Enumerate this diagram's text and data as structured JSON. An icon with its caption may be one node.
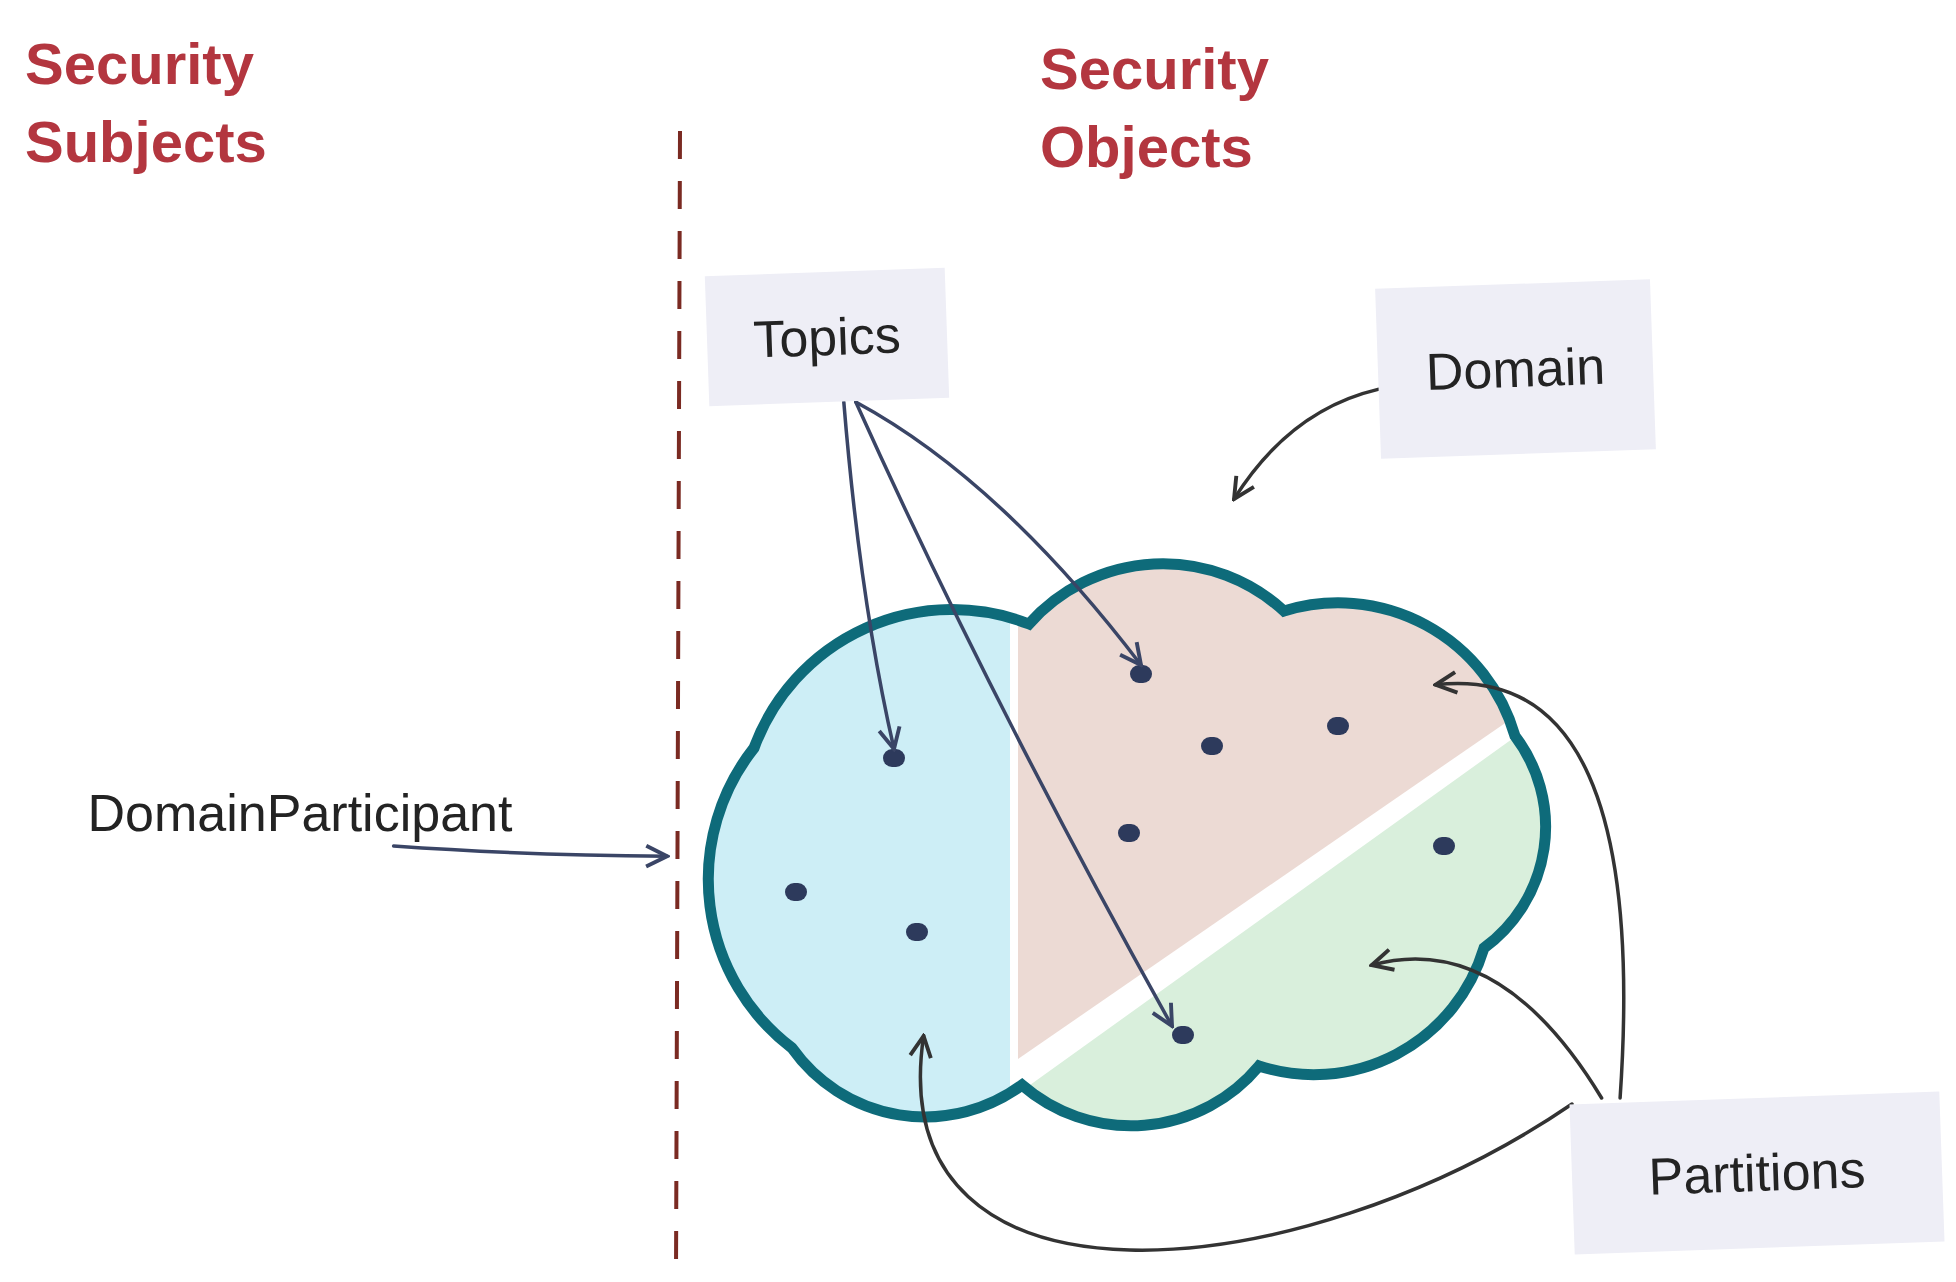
{
  "diagram": {
    "nodes": [
      {
        "text": [
          "Topics"
        ]
      },
      {
        "text": [
          "Domain"
        ]
      },
      {
        "text": [
          "DomainParticipant"
        ]
      },
      {
        "text": [
          "Partitions"
        ]
      },
      {
        "text": [],
        "shape": "cloud"
      },
      {
        "text": [],
        "shape": "area",
        "in": 4
      },
      {
        "text": [],
        "shape": "area",
        "in": 4
      },
      {
        "text": [],
        "shape": "area",
        "in": 4
      },
      {
        "text": [],
        "shape": "circle",
        "in": 5
      },
      {
        "text": [],
        "shape": "circle",
        "in": 6
      },
      {
        "text": [],
        "shape": "circle",
        "in": 7
      }
    ],
    "edges": [
      {
        "from": 0,
        "to": 8,
        "arrow": "to"
      },
      {
        "from": 0,
        "to": 9,
        "arrow": "to"
      },
      {
        "from": 0,
        "to": 10,
        "arrow": "to"
      },
      {
        "from": 1,
        "to": 4,
        "arrow": "to",
        "color": "#333333"
      },
      {
        "from": 2,
        "to": 4,
        "arrow": "to"
      },
      {
        "from": 3,
        "to": 6,
        "arrow": "to",
        "color": "#333333"
      },
      {
        "from": 3,
        "to": 7,
        "arrow": "to",
        "color": "#333333"
      },
      {
        "from": 3,
        "to": 5,
        "arrow": "to",
        "color": "#333333"
      }
    ],
    "labels": [
      "Security Subjects",
      "Security Objects"
    ]
  }
}
